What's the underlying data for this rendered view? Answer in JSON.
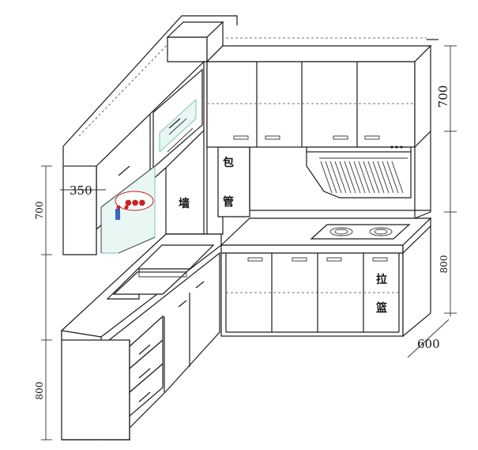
{
  "diagram": {
    "dimensions": {
      "wall_cabinet_height_right": "700",
      "upper_cabinet_height_left": "700",
      "base_height_right": "800",
      "base_height_left": "800",
      "wall_cabinet_depth": "350",
      "base_depth": "600"
    },
    "labels": {
      "wall_char": "墙",
      "pipe_char_1": "包",
      "pipe_char_2": "管",
      "basket_char_1": "拉",
      "basket_char_2": "篮"
    },
    "colors": {
      "line": "#1a1a1a",
      "glass": "#e9f7f4",
      "glass_edge": "#7bc6b6",
      "hood_grille": "#444444"
    },
    "icons": [
      "sink-icon",
      "cooktop-icon",
      "range-hood-icon",
      "rice-cooker-icon"
    ]
  }
}
